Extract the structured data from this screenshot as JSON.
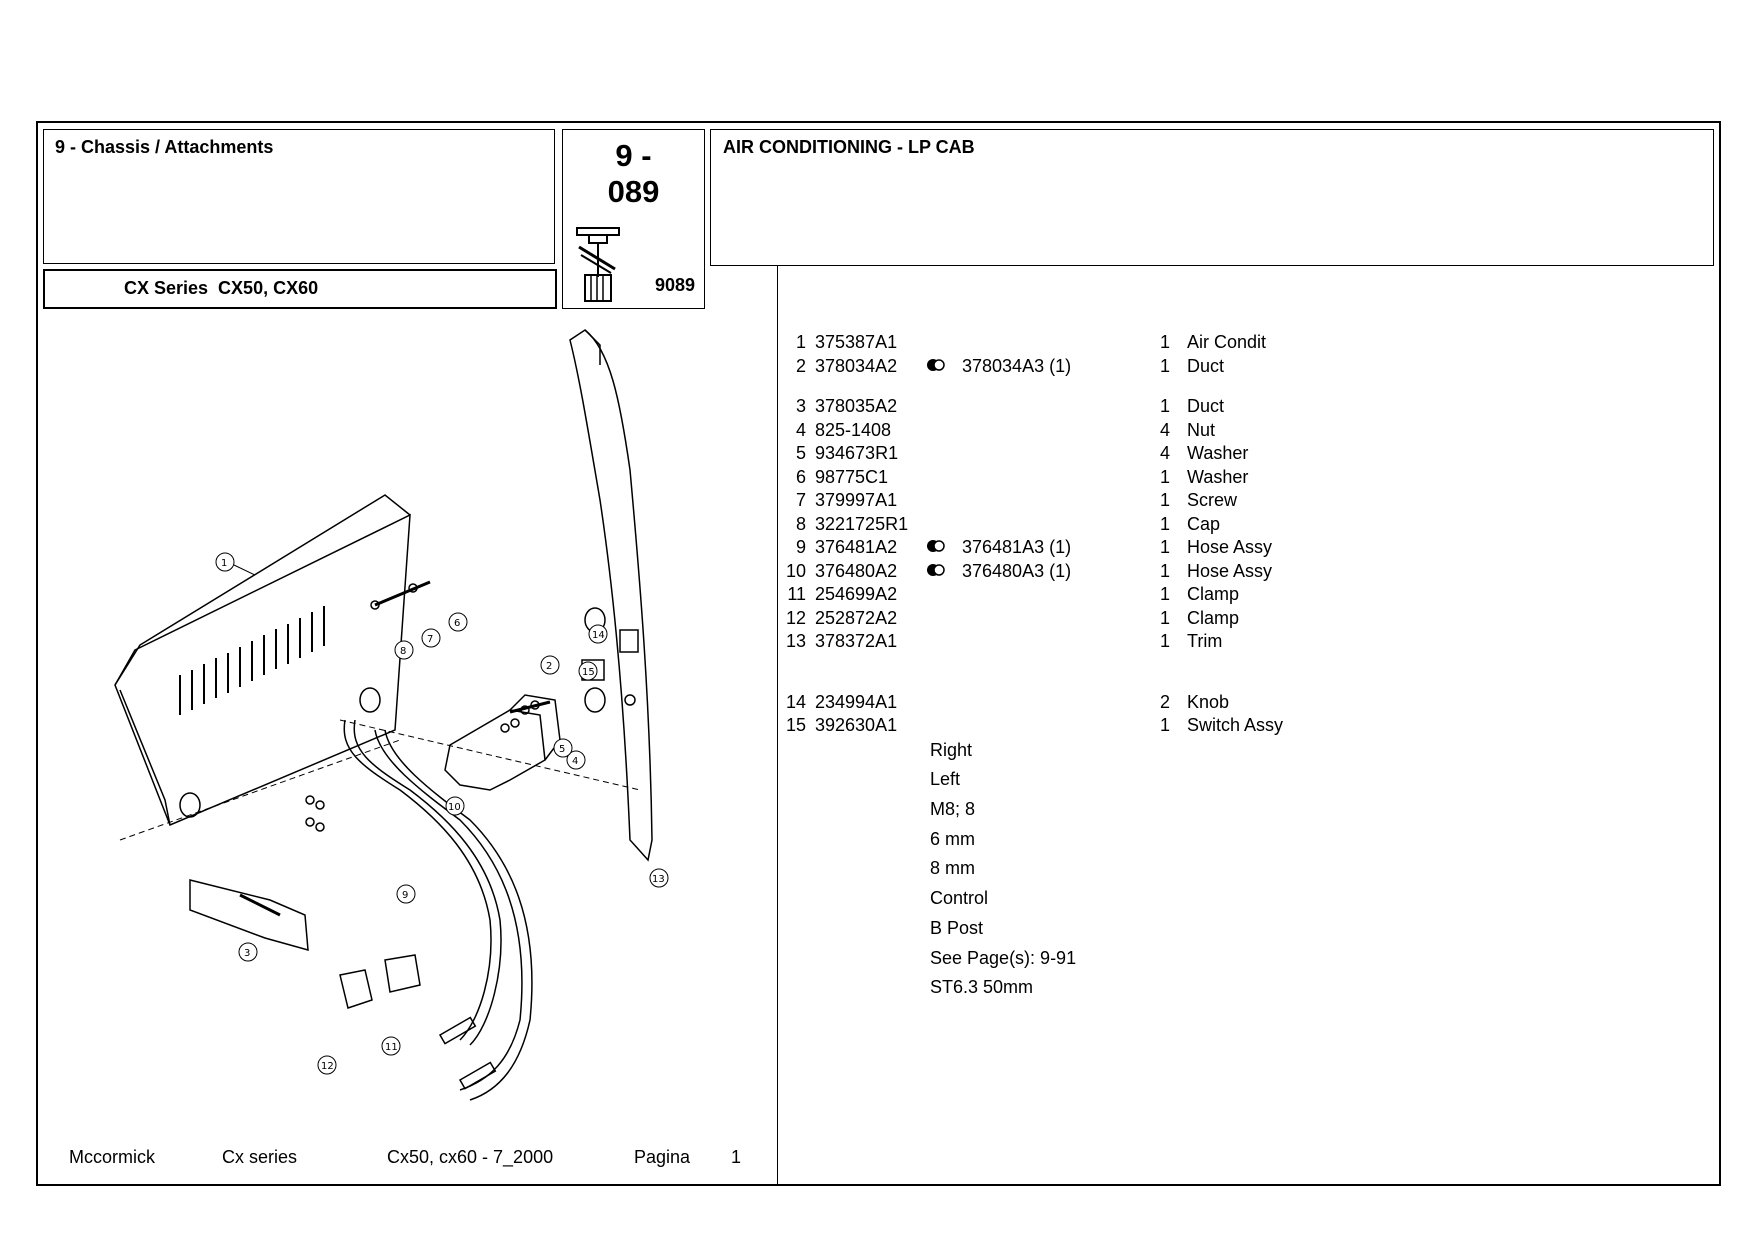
{
  "header": {
    "section_title": "9 - Chassis / Attachments",
    "model": "CX Series  CX50, CX60",
    "page_num_line1": "9 -",
    "page_num_line2": "089",
    "page_code": "9089",
    "title": "AIR CONDITIONING - LP CAB"
  },
  "parts": [
    {
      "idx": "1",
      "code": "375387A1",
      "alt": "",
      "qty": "1",
      "desc": "Air Condit"
    },
    {
      "idx": "2",
      "code": "378034A2",
      "alt": "378034A3  (1)",
      "qty": "1",
      "desc": "Duct"
    },
    {
      "idx": "3",
      "code": "378035A2",
      "alt": "",
      "qty": "1",
      "desc": "Duct"
    },
    {
      "idx": "4",
      "code": "825-1408",
      "alt": "",
      "qty": "4",
      "desc": "Nut"
    },
    {
      "idx": "5",
      "code": "934673R1",
      "alt": "",
      "qty": "4",
      "desc": "Washer"
    },
    {
      "idx": "6",
      "code": "98775C1",
      "alt": "",
      "qty": "1",
      "desc": "Washer"
    },
    {
      "idx": "7",
      "code": "379997A1",
      "alt": "",
      "qty": "1",
      "desc": "Screw"
    },
    {
      "idx": "8",
      "code": "3221725R1",
      "alt": "",
      "qty": "1",
      "desc": "Cap"
    },
    {
      "idx": "9",
      "code": "376481A2",
      "alt": "376481A3  (1)",
      "qty": "1",
      "desc": "Hose Assy"
    },
    {
      "idx": "10",
      "code": "376480A2",
      "alt": "376480A3  (1)",
      "qty": "1",
      "desc": "Hose Assy"
    },
    {
      "idx": "11",
      "code": "254699A2",
      "alt": "",
      "qty": "1",
      "desc": "Clamp"
    },
    {
      "idx": "12",
      "code": "252872A2",
      "alt": "",
      "qty": "1",
      "desc": "Clamp"
    },
    {
      "idx": "13",
      "code": "378372A1",
      "alt": "",
      "qty": "1",
      "desc": "Trim"
    },
    {
      "idx": "14",
      "code": "234994A1",
      "alt": "",
      "qty": "2",
      "desc": "Knob"
    },
    {
      "idx": "15",
      "code": "392630A1",
      "alt": "",
      "qty": "1",
      "desc": "Switch Assy"
    }
  ],
  "notes": [
    "Right",
    "Left",
    "M8; 8",
    "6 mm",
    "8 mm",
    "Control",
    "B Post",
    "See Page(s): 9-91",
    "ST6.3 50mm"
  ],
  "footer": {
    "brand": "Mccormick",
    "series": "Cx series",
    "models": "Cx50, cx60 - 7_2000",
    "page_label": "Pagina",
    "page_number": "1"
  }
}
